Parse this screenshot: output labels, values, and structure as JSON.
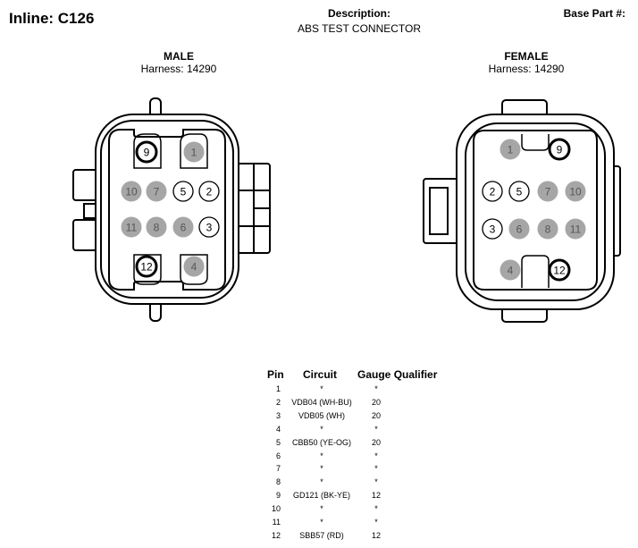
{
  "header": {
    "inline_title": "Inline: C126",
    "description_label": "Description:",
    "description_value": "ABS TEST CONNECTOR",
    "base_part_label": "Base Part #:"
  },
  "male": {
    "title": "MALE",
    "harness": "Harness: 14290",
    "pins": [
      {
        "label": "9",
        "style": "ring"
      },
      {
        "label": "1",
        "style": "gray"
      },
      {
        "label": "10",
        "style": "gray"
      },
      {
        "label": "7",
        "style": "gray"
      },
      {
        "label": "5",
        "style": "white"
      },
      {
        "label": "2",
        "style": "white"
      },
      {
        "label": "11",
        "style": "gray"
      },
      {
        "label": "8",
        "style": "gray"
      },
      {
        "label": "6",
        "style": "gray"
      },
      {
        "label": "3",
        "style": "white"
      },
      {
        "label": "12",
        "style": "ring"
      },
      {
        "label": "4",
        "style": "gray"
      }
    ]
  },
  "female": {
    "title": "FEMALE",
    "harness": "Harness: 14290",
    "pins": [
      {
        "label": "1",
        "style": "gray"
      },
      {
        "label": "9",
        "style": "ring"
      },
      {
        "label": "2",
        "style": "white"
      },
      {
        "label": "5",
        "style": "white"
      },
      {
        "label": "7",
        "style": "gray"
      },
      {
        "label": "10",
        "style": "gray"
      },
      {
        "label": "3",
        "style": "white"
      },
      {
        "label": "6",
        "style": "gray"
      },
      {
        "label": "8",
        "style": "gray"
      },
      {
        "label": "11",
        "style": "gray"
      },
      {
        "label": "4",
        "style": "gray"
      },
      {
        "label": "12",
        "style": "ring"
      }
    ]
  },
  "table": {
    "headers": {
      "pin": "Pin",
      "circuit": "Circuit",
      "gauge": "Gauge",
      "qualifier": "Qualifier"
    },
    "rows": [
      {
        "pin": "1",
        "circuit": "*",
        "gauge": "*"
      },
      {
        "pin": "2",
        "circuit": "VDB04 (WH-BU)",
        "gauge": "20"
      },
      {
        "pin": "3",
        "circuit": "VDB05 (WH)",
        "gauge": "20"
      },
      {
        "pin": "4",
        "circuit": "*",
        "gauge": "*"
      },
      {
        "pin": "5",
        "circuit": "CBB50 (YE-OG)",
        "gauge": "20"
      },
      {
        "pin": "6",
        "circuit": "*",
        "gauge": "*"
      },
      {
        "pin": "7",
        "circuit": "*",
        "gauge": "*"
      },
      {
        "pin": "8",
        "circuit": "*",
        "gauge": "*"
      },
      {
        "pin": "9",
        "circuit": "GD121 (BK-YE)",
        "gauge": "12"
      },
      {
        "pin": "10",
        "circuit": "*",
        "gauge": "*"
      },
      {
        "pin": "11",
        "circuit": "*",
        "gauge": "*"
      },
      {
        "pin": "12",
        "circuit": "SBB57 (RD)",
        "gauge": "12"
      }
    ]
  },
  "colors": {
    "pin_gray": "#a6a6a6",
    "outline": "#000000"
  }
}
